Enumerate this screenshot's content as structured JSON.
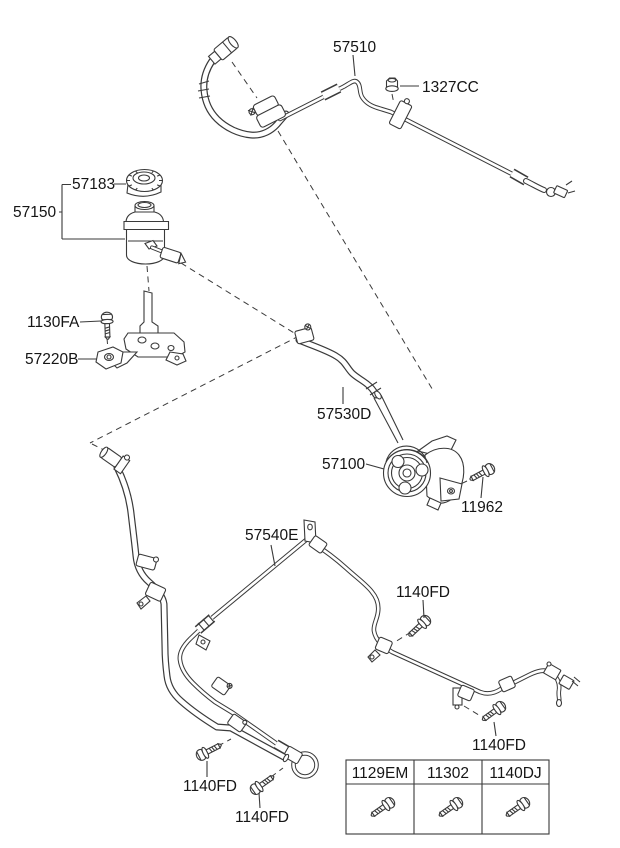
{
  "page": {
    "background": "#ffffff",
    "line_color": "#3a3a3a",
    "text_color": "#151515"
  },
  "callouts": {
    "pressure_hose": "57510",
    "hose_clamp_nut": "1327CC",
    "reservoir_cap": "57183",
    "reservoir_assembly": "57150",
    "bracket_bolt": "1130FA",
    "reservoir_bracket": "57220B",
    "suction_hose": "57530D",
    "power_steering_pump": "57100",
    "pump_mounting_bolt": "11962",
    "return_tube": "57540E",
    "tube_mounting_bolt": "1140FD"
  },
  "fastener_table": {
    "columns": [
      {
        "part_no": "1129EM",
        "icon": "bolt-icon"
      },
      {
        "part_no": "11302",
        "icon": "bolt-icon"
      },
      {
        "part_no": "1140DJ",
        "icon": "bolt-icon"
      }
    ]
  }
}
